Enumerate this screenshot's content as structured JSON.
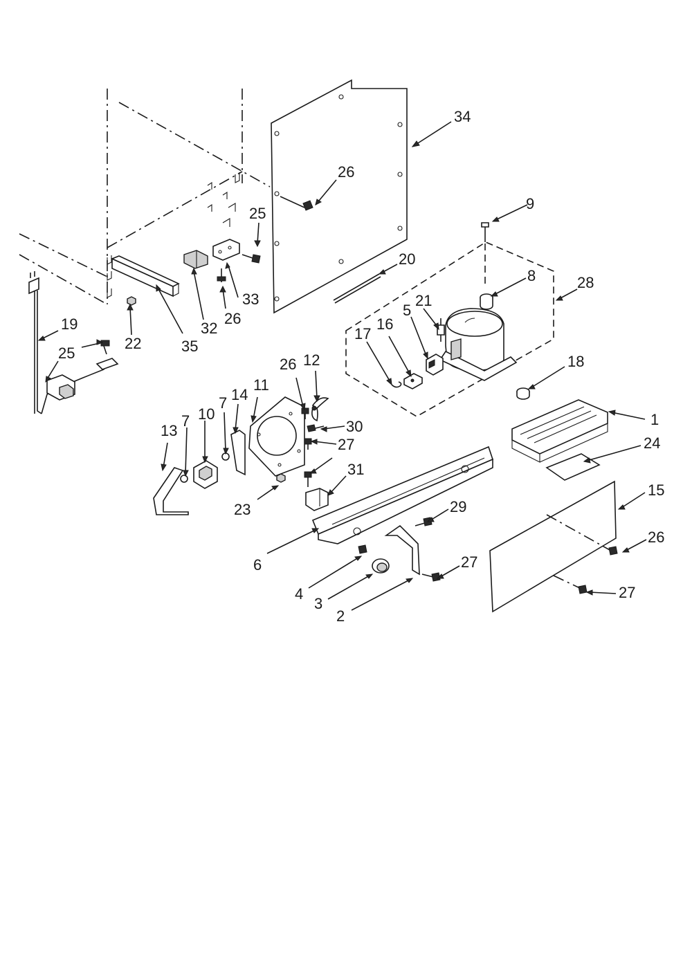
{
  "callouts": {
    "c1": "1",
    "c2": "2",
    "c3": "3",
    "c4": "4",
    "c5": "5",
    "c6": "6",
    "c7a": "7",
    "c7b": "7",
    "c8": "8",
    "c9": "9",
    "c10": "10",
    "c11": "11",
    "c12": "12",
    "c13": "13",
    "c14": "14",
    "c15": "15",
    "c16": "16",
    "c17": "17",
    "c18": "18",
    "c19": "19",
    "c20": "20",
    "c21": "21",
    "c22": "22",
    "c23": "23",
    "c24": "24",
    "c25a": "25",
    "c25b": "25",
    "c26a": "26",
    "c26b": "26",
    "c26c": "26",
    "c26d": "26",
    "c27a": "27",
    "c27b": "27",
    "c27c": "27",
    "c28": "28",
    "c29": "29",
    "c30": "30",
    "c31": "31",
    "c32": "32",
    "c33": "33",
    "c34": "34",
    "c35": "35"
  }
}
